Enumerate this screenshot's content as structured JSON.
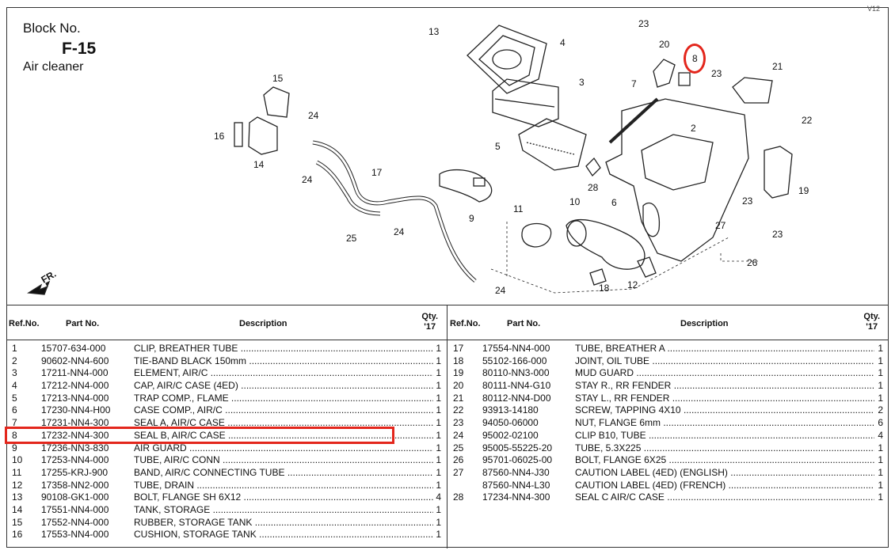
{
  "corner_label": "V12",
  "block": {
    "label": "Block No.",
    "code": "F-15",
    "title": "Air cleaner"
  },
  "diagram": {
    "front_label": "FR.",
    "callouts": [
      "13",
      "4",
      "3",
      "5",
      "15",
      "24",
      "16",
      "14",
      "24",
      "17",
      "25",
      "24",
      "9",
      "28",
      "6",
      "11",
      "10",
      "12",
      "18",
      "24",
      "23",
      "20",
      "8",
      "7",
      "2",
      "23",
      "21",
      "22",
      "19",
      "23",
      "23",
      "27",
      "26"
    ]
  },
  "table": {
    "headers": {
      "ref": "Ref.No.",
      "part": "Part No.",
      "desc": "Description",
      "qty_line1": "Qty.",
      "qty_line2": "'17"
    },
    "left_rows": [
      {
        "ref": "1",
        "part": "15707-634-000",
        "desc": "CLIP, BREATHER TUBE",
        "qty": "1"
      },
      {
        "ref": "2",
        "part": "90602-NN4-600",
        "desc": "TIE-BAND BLACK 150mm",
        "qty": "1"
      },
      {
        "ref": "3",
        "part": "17211-NN4-000",
        "desc": "ELEMENT, AIR/C",
        "qty": "1"
      },
      {
        "ref": "4",
        "part": "17212-NN4-000",
        "desc": "CAP, AIR/C CASE (4ED)",
        "qty": "1"
      },
      {
        "ref": "5",
        "part": "17213-NN4-000",
        "desc": "TRAP COMP., FLAME",
        "qty": "1"
      },
      {
        "ref": "6",
        "part": "17230-NN4-H00",
        "desc": "CASE COMP., AIR/C",
        "qty": "1"
      },
      {
        "ref": "7",
        "part": "17231-NN4-300",
        "desc": "SEAL A, AIR/C CASE",
        "qty": "1"
      },
      {
        "ref": "8",
        "part": "17232-NN4-300",
        "desc": "SEAL B, AIR/C CASE",
        "qty": "1"
      },
      {
        "ref": "9",
        "part": "17236-NN3-830",
        "desc": "AIR GUARD",
        "qty": "1"
      },
      {
        "ref": "10",
        "part": "17253-NN4-000",
        "desc": "TUBE, AIR/C CONN",
        "qty": "1"
      },
      {
        "ref": "11",
        "part": "17255-KRJ-900",
        "desc": "BAND, AIR/C CONNECTING TUBE",
        "qty": "1"
      },
      {
        "ref": "12",
        "part": "17358-NN2-000",
        "desc": "TUBE, DRAIN",
        "qty": "1"
      },
      {
        "ref": "13",
        "part": "90108-GK1-000",
        "desc": "BOLT, FLANGE SH 6X12",
        "qty": "4"
      },
      {
        "ref": "14",
        "part": "17551-NN4-000",
        "desc": "TANK, STORAGE",
        "qty": "1"
      },
      {
        "ref": "15",
        "part": "17552-NN4-000",
        "desc": "RUBBER, STORAGE TANK",
        "qty": "1"
      },
      {
        "ref": "16",
        "part": "17553-NN4-000",
        "desc": "CUSHION, STORAGE TANK",
        "qty": "1"
      }
    ],
    "right_rows": [
      {
        "ref": "17",
        "part": "17554-NN4-000",
        "desc": "TUBE, BREATHER A",
        "qty": "1"
      },
      {
        "ref": "18",
        "part": "55102-166-000",
        "desc": "JOINT, OIL TUBE",
        "qty": "1"
      },
      {
        "ref": "19",
        "part": "80110-NN3-000",
        "desc": "MUD GUARD",
        "qty": "1"
      },
      {
        "ref": "20",
        "part": "80111-NN4-G10",
        "desc": "STAY R., RR FENDER",
        "qty": "1"
      },
      {
        "ref": "21",
        "part": "80112-NN4-D00",
        "desc": "STAY L., RR FENDER",
        "qty": "1"
      },
      {
        "ref": "22",
        "part": "93913-14180",
        "desc": "SCREW, TAPPING 4X10",
        "qty": "2"
      },
      {
        "ref": "23",
        "part": "94050-06000",
        "desc": "NUT, FLANGE 6mm",
        "qty": "6"
      },
      {
        "ref": "24",
        "part": "95002-02100",
        "desc": "CLIP B10, TUBE",
        "qty": "4"
      },
      {
        "ref": "25",
        "part": "95005-55225-20",
        "desc": "TUBE, 5.3X225",
        "qty": "1"
      },
      {
        "ref": "26",
        "part": "95701-06025-00",
        "desc": "BOLT, FLANGE 6X25",
        "qty": "1"
      },
      {
        "ref": "27",
        "part": "87560-NN4-J30",
        "desc": "CAUTION LABEL (4ED) (ENGLISH)",
        "qty": "1"
      },
      {
        "ref": "",
        "part": "87560-NN4-L30",
        "desc": "CAUTION LABEL (4ED) (FRENCH)",
        "qty": "1"
      },
      {
        "ref": "28",
        "part": "17234-NN4-300",
        "desc": "SEAL C AIR/C CASE",
        "qty": "1"
      }
    ]
  },
  "highlight": {
    "ref": "8",
    "color": "#e3261c"
  }
}
